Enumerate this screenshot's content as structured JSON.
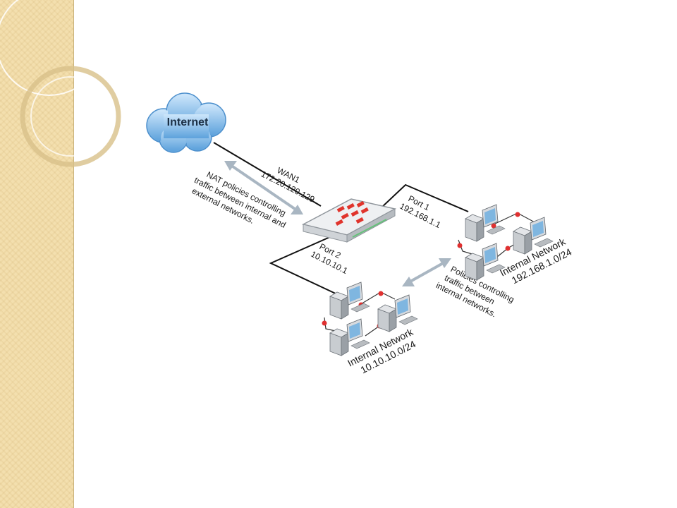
{
  "colors": {
    "sidebar": "#f3dfae",
    "cloud": "#7fb8e6",
    "firewall_logo": "#e0342c",
    "connector_dot": "#e03030",
    "arrow": "#a9b6c2"
  },
  "diagram": {
    "internet_label": "Internet",
    "wan_label": "WAN1",
    "wan_ip": "172.20.120.129",
    "port1_label": "Port 1",
    "port1_ip": "192.168.1.1",
    "port2_label": "Port 2",
    "port2_ip": "10.10.10.1",
    "nat_text": [
      "NAT policies controlling",
      "traffic between internal and",
      "external networks."
    ],
    "policy_text": [
      "Policies controlling",
      "traffic between",
      "internal networks."
    ],
    "network1_title": "Internal Network",
    "network1_subnet": "192.168.1.0/24",
    "network2_title": "Internal Network",
    "network2_subnet": "10.10.10.0/24"
  }
}
